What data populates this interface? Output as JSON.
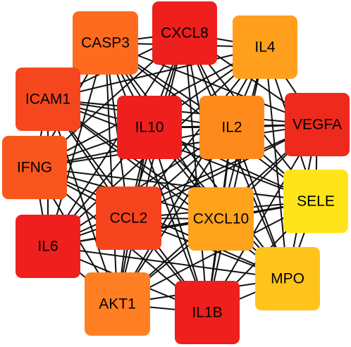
{
  "diagram": {
    "type": "ppi-network",
    "nodes": [
      {
        "id": "CASP3",
        "label": "CASP3",
        "color": "#ff6b1e"
      },
      {
        "id": "CXCL8",
        "label": "CXCL8",
        "color": "#ee1f1c"
      },
      {
        "id": "IL4",
        "label": "IL4",
        "color": "#ff9f1c"
      },
      {
        "id": "ICAM1",
        "label": "ICAM1",
        "color": "#f6461e"
      },
      {
        "id": "IL10",
        "label": "IL10",
        "color": "#ee1f1c"
      },
      {
        "id": "IL2",
        "label": "IL2",
        "color": "#ff8a1c"
      },
      {
        "id": "VEGFA",
        "label": "VEGFA",
        "color": "#ee2a1c"
      },
      {
        "id": "IFNG",
        "label": "IFNG",
        "color": "#f8561e"
      },
      {
        "id": "SELE",
        "label": "SELE",
        "color": "#ffe41a"
      },
      {
        "id": "CCL2",
        "label": "CCL2",
        "color": "#f6441e"
      },
      {
        "id": "CXCL10",
        "label": "CXCL10",
        "color": "#ffa21c"
      },
      {
        "id": "IL6",
        "label": "IL6",
        "color": "#ee1f1c"
      },
      {
        "id": "MPO",
        "label": "MPO",
        "color": "#ffc41c"
      },
      {
        "id": "AKT1",
        "label": "AKT1",
        "color": "#ff7f22"
      },
      {
        "id": "IL1B",
        "label": "IL1B",
        "color": "#ee1f1c"
      }
    ],
    "edges": [
      [
        "CASP3",
        "CXCL8"
      ],
      [
        "CASP3",
        "IL4"
      ],
      [
        "CASP3",
        "ICAM1"
      ],
      [
        "CASP3",
        "IL10"
      ],
      [
        "CASP3",
        "IL2"
      ],
      [
        "CASP3",
        "VEGFA"
      ],
      [
        "CASP3",
        "IFNG"
      ],
      [
        "CASP3",
        "SELE"
      ],
      [
        "CASP3",
        "CCL2"
      ],
      [
        "CASP3",
        "CXCL10"
      ],
      [
        "CASP3",
        "IL6"
      ],
      [
        "CASP3",
        "MPO"
      ],
      [
        "CASP3",
        "AKT1"
      ],
      [
        "CASP3",
        "IL1B"
      ],
      [
        "CXCL8",
        "IL4"
      ],
      [
        "CXCL8",
        "ICAM1"
      ],
      [
        "CXCL8",
        "IL10"
      ],
      [
        "CXCL8",
        "IL2"
      ],
      [
        "CXCL8",
        "VEGFA"
      ],
      [
        "CXCL8",
        "IFNG"
      ],
      [
        "CXCL8",
        "SELE"
      ],
      [
        "CXCL8",
        "CCL2"
      ],
      [
        "CXCL8",
        "CXCL10"
      ],
      [
        "CXCL8",
        "IL6"
      ],
      [
        "CXCL8",
        "MPO"
      ],
      [
        "CXCL8",
        "AKT1"
      ],
      [
        "CXCL8",
        "IL1B"
      ],
      [
        "IL4",
        "ICAM1"
      ],
      [
        "IL4",
        "IL10"
      ],
      [
        "IL4",
        "IL2"
      ],
      [
        "IL4",
        "VEGFA"
      ],
      [
        "IL4",
        "IFNG"
      ],
      [
        "IL4",
        "SELE"
      ],
      [
        "IL4",
        "CCL2"
      ],
      [
        "IL4",
        "CXCL10"
      ],
      [
        "IL4",
        "IL6"
      ],
      [
        "IL4",
        "MPO"
      ],
      [
        "IL4",
        "AKT1"
      ],
      [
        "IL4",
        "IL1B"
      ],
      [
        "ICAM1",
        "IL10"
      ],
      [
        "ICAM1",
        "IL2"
      ],
      [
        "ICAM1",
        "VEGFA"
      ],
      [
        "ICAM1",
        "IFNG"
      ],
      [
        "ICAM1",
        "SELE"
      ],
      [
        "ICAM1",
        "CCL2"
      ],
      [
        "ICAM1",
        "CXCL10"
      ],
      [
        "ICAM1",
        "IL6"
      ],
      [
        "ICAM1",
        "MPO"
      ],
      [
        "ICAM1",
        "AKT1"
      ],
      [
        "ICAM1",
        "IL1B"
      ],
      [
        "IL10",
        "IL2"
      ],
      [
        "IL10",
        "VEGFA"
      ],
      [
        "IL10",
        "IFNG"
      ],
      [
        "IL10",
        "SELE"
      ],
      [
        "IL10",
        "CCL2"
      ],
      [
        "IL10",
        "CXCL10"
      ],
      [
        "IL10",
        "IL6"
      ],
      [
        "IL10",
        "MPO"
      ],
      [
        "IL10",
        "AKT1"
      ],
      [
        "IL10",
        "IL1B"
      ],
      [
        "IL2",
        "VEGFA"
      ],
      [
        "IL2",
        "IFNG"
      ],
      [
        "IL2",
        "SELE"
      ],
      [
        "IL2",
        "CCL2"
      ],
      [
        "IL2",
        "CXCL10"
      ],
      [
        "IL2",
        "IL6"
      ],
      [
        "IL2",
        "MPO"
      ],
      [
        "IL2",
        "AKT1"
      ],
      [
        "IL2",
        "IL1B"
      ],
      [
        "VEGFA",
        "IFNG"
      ],
      [
        "VEGFA",
        "SELE"
      ],
      [
        "VEGFA",
        "CCL2"
      ],
      [
        "VEGFA",
        "CXCL10"
      ],
      [
        "VEGFA",
        "IL6"
      ],
      [
        "VEGFA",
        "MPO"
      ],
      [
        "VEGFA",
        "AKT1"
      ],
      [
        "VEGFA",
        "IL1B"
      ],
      [
        "IFNG",
        "SELE"
      ],
      [
        "IFNG",
        "CCL2"
      ],
      [
        "IFNG",
        "CXCL10"
      ],
      [
        "IFNG",
        "IL6"
      ],
      [
        "IFNG",
        "MPO"
      ],
      [
        "IFNG",
        "AKT1"
      ],
      [
        "IFNG",
        "IL1B"
      ],
      [
        "SELE",
        "CCL2"
      ],
      [
        "SELE",
        "CXCL10"
      ],
      [
        "SELE",
        "IL6"
      ],
      [
        "SELE",
        "MPO"
      ],
      [
        "SELE",
        "AKT1"
      ],
      [
        "SELE",
        "IL1B"
      ],
      [
        "CCL2",
        "CXCL10"
      ],
      [
        "CCL2",
        "IL6"
      ],
      [
        "CCL2",
        "MPO"
      ],
      [
        "CCL2",
        "AKT1"
      ],
      [
        "CCL2",
        "IL1B"
      ],
      [
        "CXCL10",
        "IL6"
      ],
      [
        "CXCL10",
        "MPO"
      ],
      [
        "CXCL10",
        "AKT1"
      ],
      [
        "CXCL10",
        "IL1B"
      ],
      [
        "IL6",
        "MPO"
      ],
      [
        "IL6",
        "AKT1"
      ],
      [
        "IL6",
        "IL1B"
      ],
      [
        "MPO",
        "AKT1"
      ],
      [
        "MPO",
        "IL1B"
      ],
      [
        "AKT1",
        "IL1B"
      ]
    ]
  }
}
